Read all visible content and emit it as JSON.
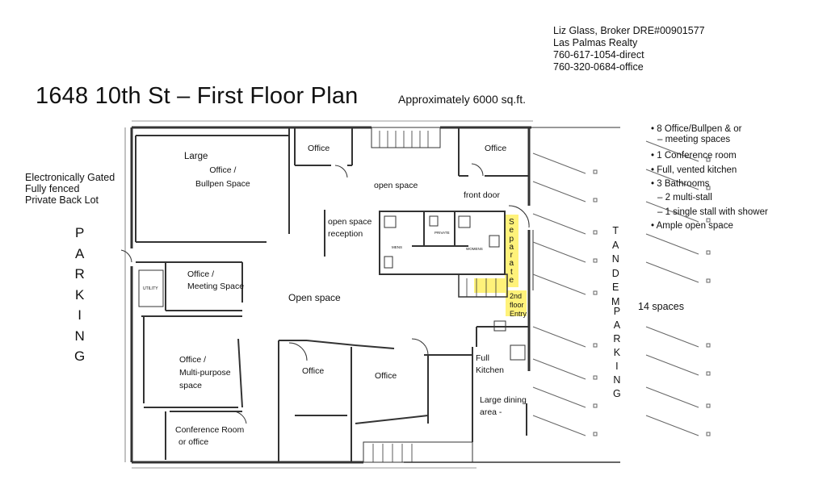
{
  "title": "1648 10th St – First Floor Plan",
  "area": "Approximately 6000 sq.ft.",
  "broker": {
    "name": "Liz Glass, Broker DRE#00901577",
    "company": "Las Palmas Realty",
    "direct": "760-617-1054-direct",
    "office": "760-320-0684-office"
  },
  "back_lot": {
    "line1": "Electronically Gated",
    "line2": "Fully fenced",
    "line3": "Private Back Lot"
  },
  "parking_left": "PARKING",
  "tandem_label": "TANDEM",
  "parking_right": "PARKING",
  "separate_label": "Separate",
  "tandem_spaces": "14 spaces",
  "features": [
    {
      "text": "8 Office/Bullpen & or",
      "sub": false
    },
    {
      "text": "meeting spaces",
      "sub": true
    },
    {
      "text": "1 Conference room",
      "sub": false
    },
    {
      "text": "Full, vented kitchen",
      "sub": false
    },
    {
      "text": "3 Bathrooms",
      "sub": false
    },
    {
      "text": "2 multi-stall",
      "sub": true
    },
    {
      "text": "1 single stall with shower",
      "sub": true
    },
    {
      "text": "Ample open space",
      "sub": false
    }
  ],
  "rooms": {
    "large_bullpen": [
      "Large",
      "Office /",
      "Bullpen Space"
    ],
    "office_top_left": "Office",
    "office_top_right": "Office",
    "open_space_top": "open space",
    "front_door": "front door",
    "open_space_reception": [
      "open space",
      "reception"
    ],
    "office_meeting": [
      "Office /",
      "Meeting Space"
    ],
    "open_space_main": "Open space",
    "second_floor_entry": [
      "2nd",
      "floor",
      "Entry"
    ],
    "office_multi": [
      "Office /",
      "Multi-purpose",
      "space"
    ],
    "office_center_left": "Office",
    "office_center_right": "Office",
    "full_kitchen": [
      "Full",
      "Kitchen"
    ],
    "large_dining": [
      "Large dining",
      "area -"
    ],
    "conference": [
      "Conference Room",
      "or office"
    ],
    "utility": "UTILITY",
    "men": "MENS",
    "private": "PRIVATE",
    "women": "WOMENS"
  },
  "colors": {
    "highlight": "#fff27a",
    "wall": "#333333",
    "text": "#111111"
  }
}
